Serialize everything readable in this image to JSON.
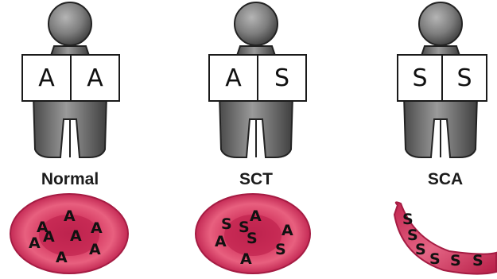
{
  "panels": [
    {
      "name": "normal",
      "label": "Normal",
      "alleles": [
        "A",
        "A"
      ],
      "cell": {
        "shape": "round",
        "letters": [
          "A",
          "A",
          "A",
          "A",
          "A",
          "A",
          "A",
          "A"
        ]
      }
    },
    {
      "name": "sct",
      "label": "SCT",
      "alleles": [
        "A",
        "S"
      ],
      "cell": {
        "shape": "round",
        "letters": [
          "S",
          "A",
          "S",
          "A",
          "S",
          "A",
          "S",
          "A"
        ]
      }
    },
    {
      "name": "sca",
      "label": "SCA",
      "alleles": [
        "S",
        "S"
      ],
      "cell": {
        "shape": "sickle",
        "letters": [
          "S",
          "S",
          "S",
          "S",
          "S",
          "S"
        ]
      }
    }
  ],
  "colors": {
    "figure_fill": "#7a7a7a",
    "figure_dark": "#3c3c3c",
    "cell_outer": "#e8507a",
    "cell_inner": "#c92a56",
    "cell_center": "#b01e48"
  }
}
